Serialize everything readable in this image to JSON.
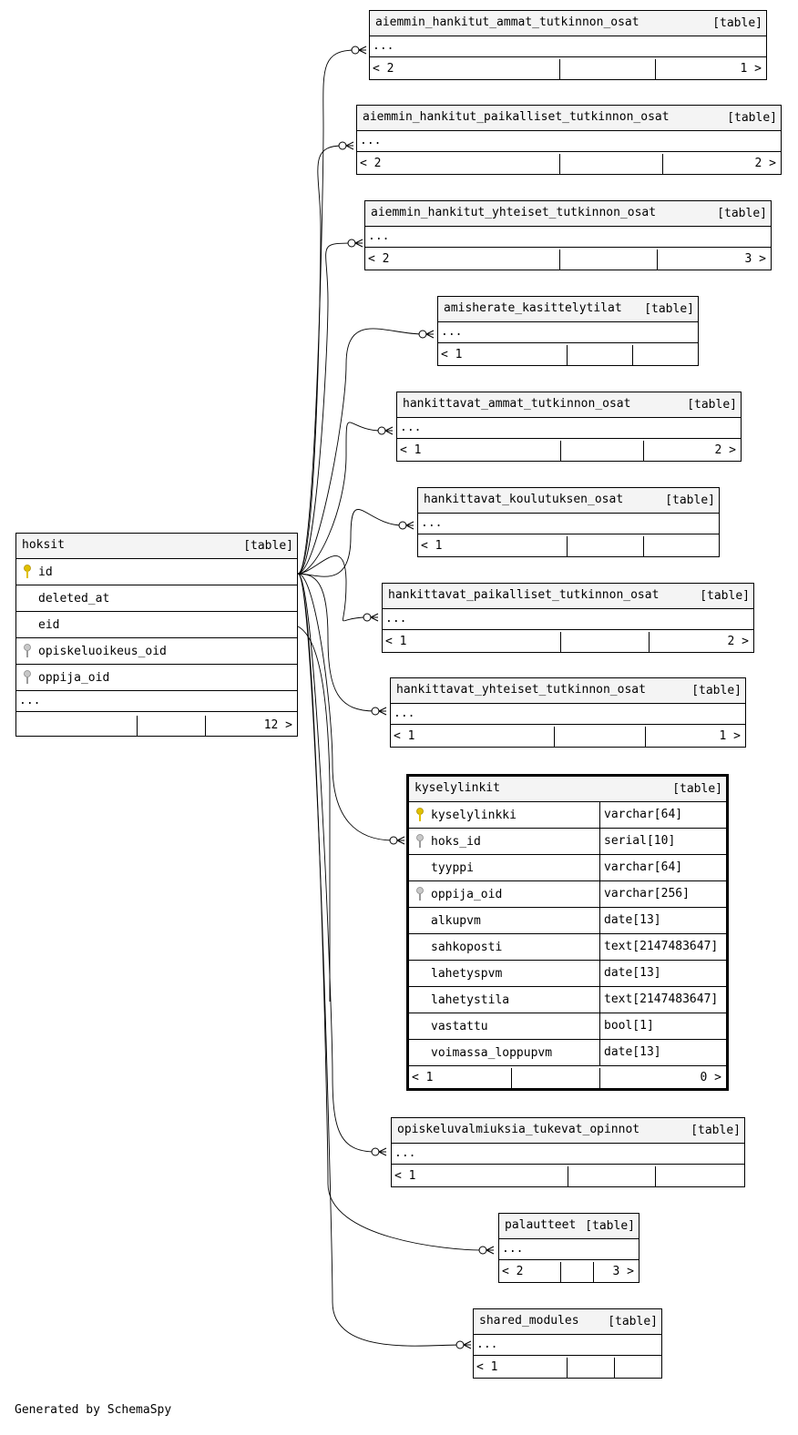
{
  "generated_by": "Generated by SchemaSpy",
  "table_kind": "[table]",
  "ellipsis": "...",
  "hoksit": {
    "name": "hoksit",
    "columns": [
      {
        "name": "id",
        "key": "primary"
      },
      {
        "name": "deleted_at",
        "key": ""
      },
      {
        "name": "eid",
        "key": ""
      },
      {
        "name": "opiskeluoikeus_oid",
        "key": "index"
      },
      {
        "name": "oppija_oid",
        "key": "index"
      }
    ],
    "foot_right": "12 >"
  },
  "kyselylinkit": {
    "name": "kyselylinkit",
    "columns": [
      {
        "name": "kyselylinkki",
        "type": "varchar[64]",
        "key": "primary"
      },
      {
        "name": "hoks_id",
        "type": "serial[10]",
        "key": "index"
      },
      {
        "name": "tyyppi",
        "type": "varchar[64]",
        "key": ""
      },
      {
        "name": "oppija_oid",
        "type": "varchar[256]",
        "key": "index"
      },
      {
        "name": "alkupvm",
        "type": "date[13]",
        "key": ""
      },
      {
        "name": "sahkoposti",
        "type": "text[2147483647]",
        "key": ""
      },
      {
        "name": "lahetyspvm",
        "type": "date[13]",
        "key": ""
      },
      {
        "name": "lahetystila",
        "type": "text[2147483647]",
        "key": ""
      },
      {
        "name": "vastattu",
        "type": "bool[1]",
        "key": ""
      },
      {
        "name": "voimassa_loppupvm",
        "type": "date[13]",
        "key": ""
      }
    ],
    "foot_left": "< 1",
    "foot_right": "0 >"
  },
  "related": [
    {
      "name": "aiemmin_hankitut_ammat_tutkinnon_osat",
      "foot_left": "< 2",
      "foot_right": "1 >"
    },
    {
      "name": "aiemmin_hankitut_paikalliset_tutkinnon_osat",
      "foot_left": "< 2",
      "foot_right": "2 >"
    },
    {
      "name": "aiemmin_hankitut_yhteiset_tutkinnon_osat",
      "foot_left": "< 2",
      "foot_right": "3 >"
    },
    {
      "name": "amisherate_kasittelytilat",
      "foot_left": "< 1",
      "foot_right": ""
    },
    {
      "name": "hankittavat_ammat_tutkinnon_osat",
      "foot_left": "< 1",
      "foot_right": "2 >"
    },
    {
      "name": "hankittavat_koulutuksen_osat",
      "foot_left": "< 1",
      "foot_right": ""
    },
    {
      "name": "hankittavat_paikalliset_tutkinnon_osat",
      "foot_left": "< 1",
      "foot_right": "2 >"
    },
    {
      "name": "hankittavat_yhteiset_tutkinnon_osat",
      "foot_left": "< 1",
      "foot_right": "1 >"
    },
    {
      "name": "opiskeluvalmiuksia_tukevat_opinnot",
      "foot_left": "< 1",
      "foot_right": ""
    },
    {
      "name": "palautteet",
      "foot_left": "< 2",
      "foot_right": "3 >"
    },
    {
      "name": "shared_modules",
      "foot_left": "< 1",
      "foot_right": ""
    }
  ],
  "colors": {
    "primary_key": "#e0c000",
    "index_key": "#9a9a9a",
    "header_bg": "#f4f4f4"
  }
}
